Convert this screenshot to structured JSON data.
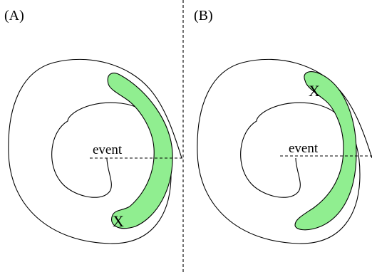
{
  "panels": [
    {
      "label": "(A)",
      "event_label": "event",
      "marker": "X"
    },
    {
      "label": "(B)",
      "event_label": "event",
      "marker": "X"
    }
  ],
  "colors": {
    "band_fill": "#90ee90",
    "stroke": "#000000",
    "background": "#ffffff"
  }
}
